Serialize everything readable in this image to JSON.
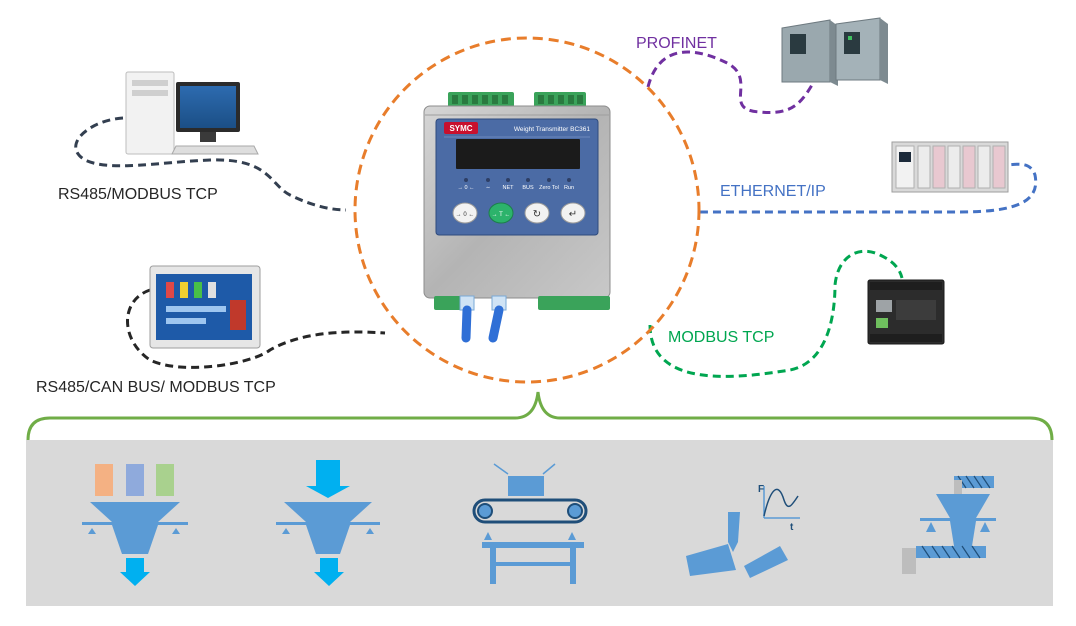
{
  "labels": {
    "profinet": "PROFINET",
    "ethernet_ip": "ETHERNET/IP",
    "modbus_tcp": "MODBUS TCP",
    "rs485_modbus": "RS485/MODBUS TCP",
    "rs485_can_modbus": "RS485/CAN BUS/ MODBUS TCP"
  },
  "device": {
    "brand": "SYMC",
    "model": "Weight Transmitter BC361",
    "indicators": [
      "→ 0 ←",
      "∼",
      "NET",
      "BUS",
      "Zero Tol",
      "Run"
    ],
    "buttons": [
      "→ 0 ←",
      "→ T ←",
      "↻",
      "↵"
    ]
  },
  "applications": [
    "multi-ingredient-batching",
    "bin-filling",
    "belt-weighing",
    "force-measurement",
    "loss-in-weight-feeding"
  ],
  "colors": {
    "circle": "#e87d2b",
    "profinet": "#7030a0",
    "ethernet_ip": "#4472c4",
    "modbus_tcp": "#00a650",
    "rs485": "#333f50",
    "panel_border": "#70ad47",
    "panel_fill": "#d9d9d9",
    "icon_blue": "#5b9bd5"
  }
}
